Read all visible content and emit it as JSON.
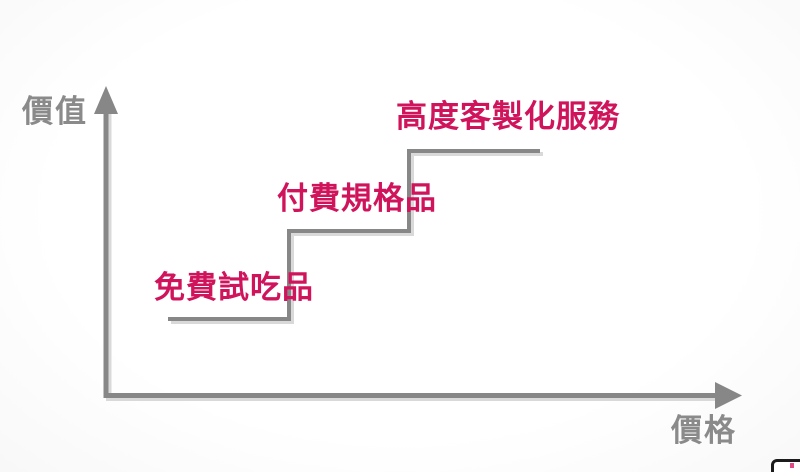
{
  "colors": {
    "background": "#ffffff",
    "line_gray": "#878787",
    "line_shadow": "#d9d9d9",
    "axis_text_gray": "#8a8a8a",
    "accent_pink": "#d0145c",
    "pip_border": "#1b1b1b",
    "pip_accent": "#e14a86"
  },
  "axes": {
    "y_label": "價值",
    "x_label": "價格"
  },
  "steps": [
    {
      "label": "免費試吃品"
    },
    {
      "label": "付費規格品"
    },
    {
      "label": "高度客製化服務"
    }
  ]
}
